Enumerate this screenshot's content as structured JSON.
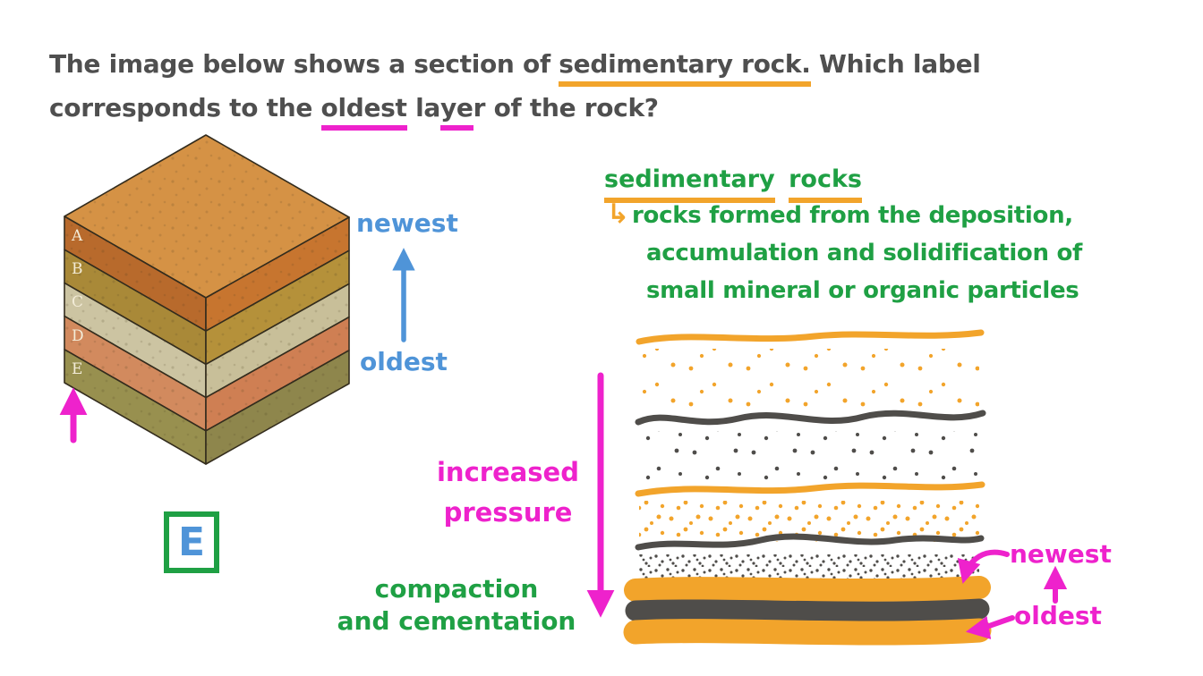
{
  "colors": {
    "text": "#4f4f4f",
    "orange": "#f2a42b",
    "magenta": "#ee22cc",
    "green": "#1fa044",
    "blue": "#4f94d8",
    "dark_line": "#4f4d4a",
    "block_outline": "#332c1d",
    "layer_label": "#f3ecd8"
  },
  "question": {
    "p1": "The image below shows a section of ",
    "p2": "sedimentary rock.",
    "p3": " Which label",
    "p4": "corresponds to the ",
    "p5": "oldest",
    "p6": " la",
    "p7": "ye",
    "p8": "r of the rock?"
  },
  "block": {
    "top_color": "#d59245",
    "layers": [
      {
        "label": "A",
        "left": "#b86a2c",
        "front": "#c7752f"
      },
      {
        "label": "B",
        "left": "#a98938",
        "front": "#b5913a"
      },
      {
        "label": "C",
        "left": "#ccc4a2",
        "front": "#c8bf99"
      },
      {
        "label": "D",
        "left": "#d28a5e",
        "front": "#cf7f53"
      },
      {
        "label": "E",
        "left": "#98904f",
        "front": "#8e864c"
      }
    ]
  },
  "age": {
    "newest": "newest",
    "oldest": "oldest"
  },
  "answer": {
    "label": "E"
  },
  "pressure": {
    "line1": "increased",
    "line2": "pressure"
  },
  "process": {
    "line1": "compaction",
    "line2": "and cementation"
  },
  "definition": {
    "title_word1": "sedimentary",
    "title_word2": "rocks",
    "bullet": "↳",
    "line1": "rocks formed from the deposition,",
    "line2": "accumulation and solidification of",
    "line3": "small mineral or organic particles"
  },
  "sediment": {
    "newest": "newest",
    "oldest": "oldest"
  }
}
